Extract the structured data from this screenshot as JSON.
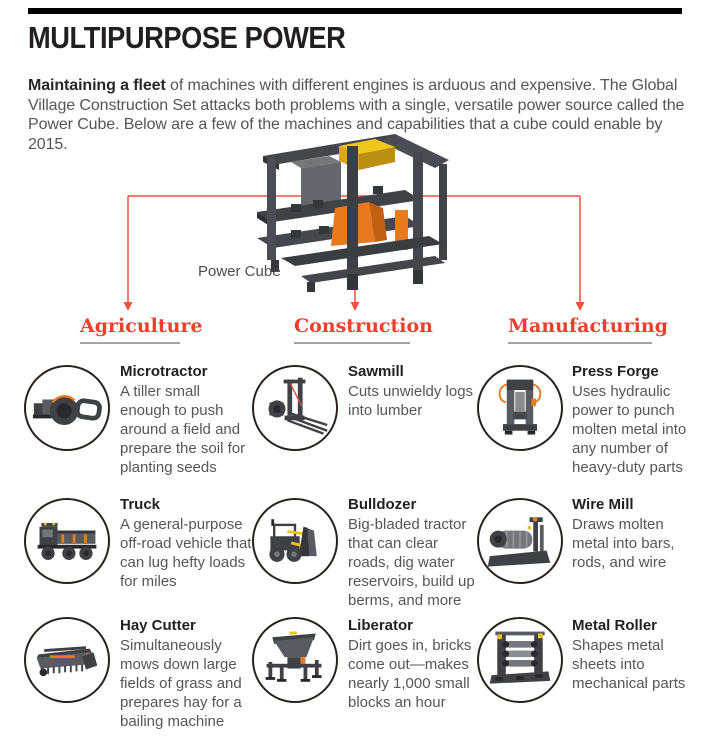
{
  "page": {
    "title": "MULTIPURPOSE POWER",
    "intro_lead": "Maintaining a fleet",
    "intro_rest": " of machines with different engines is arduous and expensive. The Global Village Construction Set attacks both problems with a single, versatile power source called the Power Cube. Below are a few of the machines and capabilities that a cube could enable by 2015."
  },
  "power_cube": {
    "label": "Power Cube"
  },
  "colors": {
    "accent_red": "#ee3f2b",
    "title_black": "#231f20",
    "body_gray": "#565658",
    "underline_gray": "#a8a49f",
    "machine_dark": "#3e4146",
    "machine_orange": "#e87d1e",
    "machine_yellow": "#eec11d"
  },
  "categories": [
    {
      "label": "Agriculture",
      "items": [
        {
          "name": "Microtractor",
          "icon": "microtractor-illustration",
          "description": "A tiller small enough to push around a field and prepare the soil for planting seeds"
        },
        {
          "name": "Truck",
          "icon": "truck-illustration",
          "description": "A general-purpose off-road vehicle that can lug hefty loads for miles"
        },
        {
          "name": "Hay Cutter",
          "icon": "hay-cutter-illustration",
          "description": "Simultaneously mows down large fields of grass and prepares hay for a bailing machine"
        }
      ]
    },
    {
      "label": "Construction",
      "items": [
        {
          "name": "Sawmill",
          "icon": "sawmill-illustration",
          "description": "Cuts unwieldy logs into lumber"
        },
        {
          "name": "Bulldozer",
          "icon": "bulldozer-illustration",
          "description": "Big-bladed tractor that can clear roads, dig water reservoirs, build up berms, and more"
        },
        {
          "name": "Liberator",
          "icon": "liberator-illustration",
          "description": "Dirt goes in, bricks come out—makes nearly 1,000 small blocks an hour"
        }
      ]
    },
    {
      "label": "Manufacturing",
      "items": [
        {
          "name": "Press Forge",
          "icon": "press-forge-illustration",
          "description": "Uses hydraulic power to punch molten metal into any number of heavy-duty parts"
        },
        {
          "name": "Wire Mill",
          "icon": "wire-mill-illustration",
          "description": "Draws molten metal into bars, rods, and wire"
        },
        {
          "name": "Metal Roller",
          "icon": "metal-roller-illustration",
          "description": "Shapes metal sheets into mechanical parts"
        }
      ]
    }
  ]
}
